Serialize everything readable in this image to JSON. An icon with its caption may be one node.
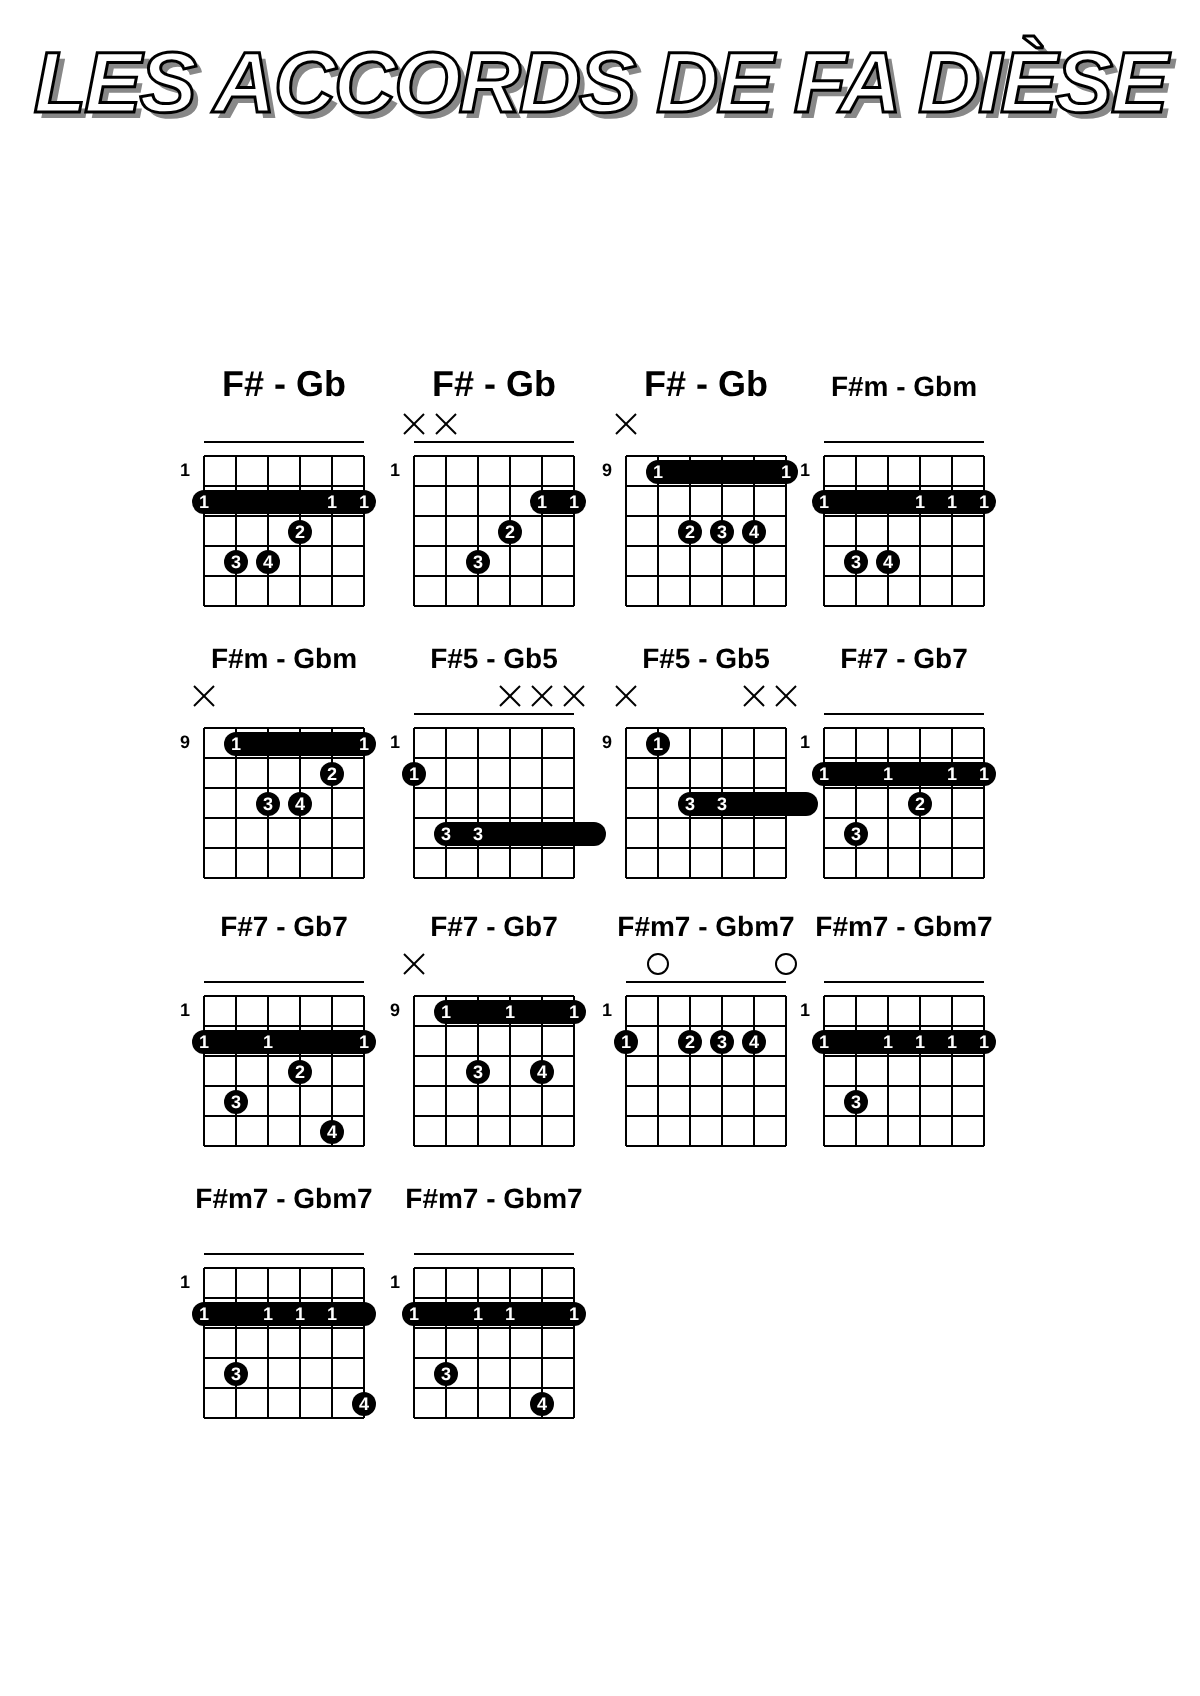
{
  "diagram": {
    "title": "LES ACCORDS DE FA DIÈSE",
    "nodes": [
      {
        "text": [
          "F# - Gb"
        ],
        "beside": [
          "1"
        ]
      },
      {
        "text": [
          "1",
          "1",
          "1"
        ],
        "in": 0
      },
      {
        "text": [
          "2"
        ],
        "in": 0
      },
      {
        "text": [
          "3"
        ],
        "in": 0
      },
      {
        "text": [
          "4"
        ],
        "in": 0
      },
      {
        "text": [
          "F# - Gb"
        ],
        "beside": [
          "1"
        ]
      },
      {
        "text": [
          "1",
          "1"
        ],
        "in": 5
      },
      {
        "text": [
          "2"
        ],
        "in": 5
      },
      {
        "text": [
          "3"
        ],
        "in": 5
      },
      {
        "text": [
          "F# - Gb"
        ],
        "beside": [
          "9"
        ]
      },
      {
        "text": [
          "1",
          "1"
        ],
        "in": 9
      },
      {
        "text": [
          "2"
        ],
        "in": 9
      },
      {
        "text": [
          "3"
        ],
        "in": 9
      },
      {
        "text": [
          "4"
        ],
        "in": 9
      },
      {
        "text": [
          "F#m - Gbm"
        ],
        "beside": [
          "1"
        ]
      },
      {
        "text": [
          "1",
          "1",
          "1",
          "1"
        ],
        "in": 14
      },
      {
        "text": [
          "3"
        ],
        "in": 14
      },
      {
        "text": [
          "4"
        ],
        "in": 14
      },
      {
        "text": [
          "F#m - Gbm"
        ],
        "beside": [
          "9"
        ]
      },
      {
        "text": [
          "1",
          "1"
        ],
        "in": 18
      },
      {
        "text": [
          "2"
        ],
        "in": 18
      },
      {
        "text": [
          "3"
        ],
        "in": 18
      },
      {
        "text": [
          "4"
        ],
        "in": 18
      },
      {
        "text": [
          "F#5 - Gb5"
        ],
        "beside": [
          "1"
        ]
      },
      {
        "text": [
          "1"
        ],
        "in": 23
      },
      {
        "text": [
          "3",
          "3"
        ],
        "in": 23
      },
      {
        "text": [
          "F#5 - Gb5"
        ],
        "beside": [
          "9"
        ]
      },
      {
        "text": [
          "1"
        ],
        "in": 26
      },
      {
        "text": [
          "3",
          "3"
        ],
        "in": 26
      },
      {
        "text": [
          "F#7 - Gb7"
        ],
        "beside": [
          "1"
        ]
      },
      {
        "text": [
          "1",
          "1",
          "1",
          "1"
        ],
        "in": 29
      },
      {
        "text": [
          "2"
        ],
        "in": 29
      },
      {
        "text": [
          "3"
        ],
        "in": 29
      },
      {
        "text": [
          "F#7 - Gb7"
        ],
        "beside": [
          "1"
        ]
      },
      {
        "text": [
          "1",
          "1",
          "1"
        ],
        "in": 33
      },
      {
        "text": [
          "2"
        ],
        "in": 33
      },
      {
        "text": [
          "3"
        ],
        "in": 33
      },
      {
        "text": [
          "4"
        ],
        "in": 33
      },
      {
        "text": [
          "F#7 - Gb7"
        ],
        "beside": [
          "9"
        ]
      },
      {
        "text": [
          "1",
          "1",
          "1"
        ],
        "in": 38
      },
      {
        "text": [
          "3"
        ],
        "in": 38
      },
      {
        "text": [
          "4"
        ],
        "in": 38
      },
      {
        "text": [
          "F#m7 - Gbm7"
        ],
        "beside": [
          "1"
        ]
      },
      {
        "text": [
          "1"
        ],
        "in": 42
      },
      {
        "text": [
          "2"
        ],
        "in": 42
      },
      {
        "text": [
          "3"
        ],
        "in": 42
      },
      {
        "text": [
          "4"
        ],
        "in": 42
      },
      {
        "text": [
          "F#m7 - Gbm7"
        ],
        "beside": [
          "1"
        ]
      },
      {
        "text": [
          "1",
          "1",
          "1",
          "1",
          "1"
        ],
        "in": 47
      },
      {
        "text": [
          "3"
        ],
        "in": 47
      },
      {
        "text": [
          "F#m7 - Gbm7"
        ],
        "beside": [
          "1"
        ]
      },
      {
        "text": [
          "1",
          "1",
          "1",
          "1"
        ],
        "in": 50
      },
      {
        "text": [
          "3"
        ],
        "in": 50
      },
      {
        "text": [
          "4"
        ],
        "in": 50
      },
      {
        "text": [
          "F#m7 - Gbm7"
        ],
        "beside": [
          "1"
        ]
      },
      {
        "text": [
          "1",
          "1",
          "1",
          "1"
        ],
        "in": 54
      },
      {
        "text": [
          "3"
        ],
        "in": 54
      },
      {
        "text": [
          "4"
        ],
        "in": 54
      }
    ]
  }
}
